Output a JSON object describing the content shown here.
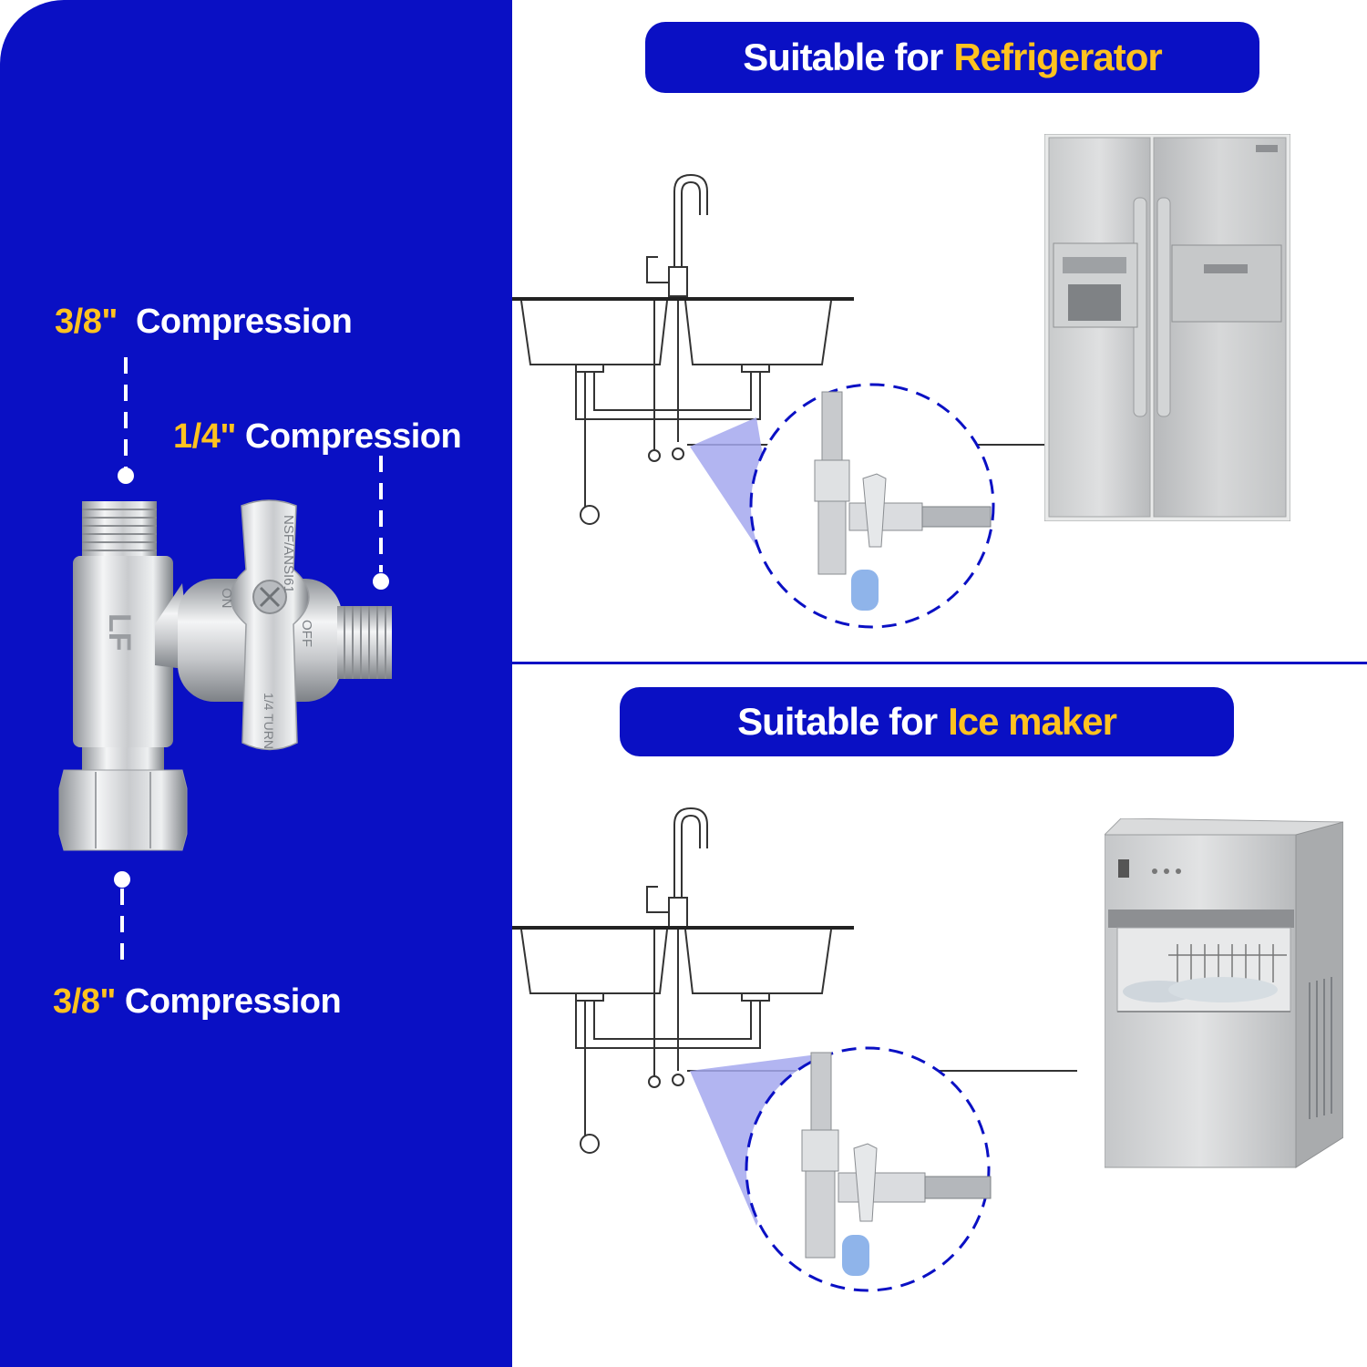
{
  "colors": {
    "brand_blue": "#0a10c4",
    "accent_yellow": "#ffc21f",
    "white": "#ffffff"
  },
  "labels": {
    "top": {
      "size": "3/8\"",
      "text": "Compression"
    },
    "side": {
      "size": "1/4\"",
      "text": "Compression"
    },
    "bottom": {
      "size": "3/8\"",
      "text": "Compression"
    }
  },
  "valve_markings": {
    "brand": "LF",
    "standard": "NSF/ANSI61",
    "on": "ON",
    "off": "OFF",
    "turn": "1/4 TURN"
  },
  "sections": [
    {
      "prefix": "Suitable for",
      "appliance": "Refrigerator",
      "icon": "refrigerator-icon"
    },
    {
      "prefix": "Suitable for",
      "appliance": "Ice maker",
      "icon": "ice-maker-icon"
    }
  ]
}
